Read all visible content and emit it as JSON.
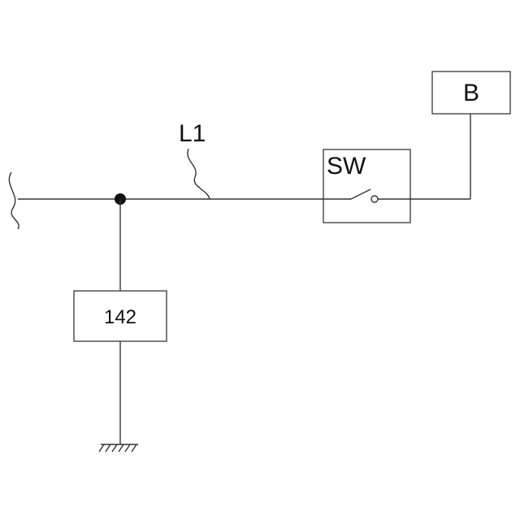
{
  "labels": {
    "line": "L1",
    "switch": "SW",
    "load": "142",
    "battery": "B"
  },
  "colors": {
    "line": "#333333",
    "text": "#111111",
    "background": "#ffffff"
  }
}
